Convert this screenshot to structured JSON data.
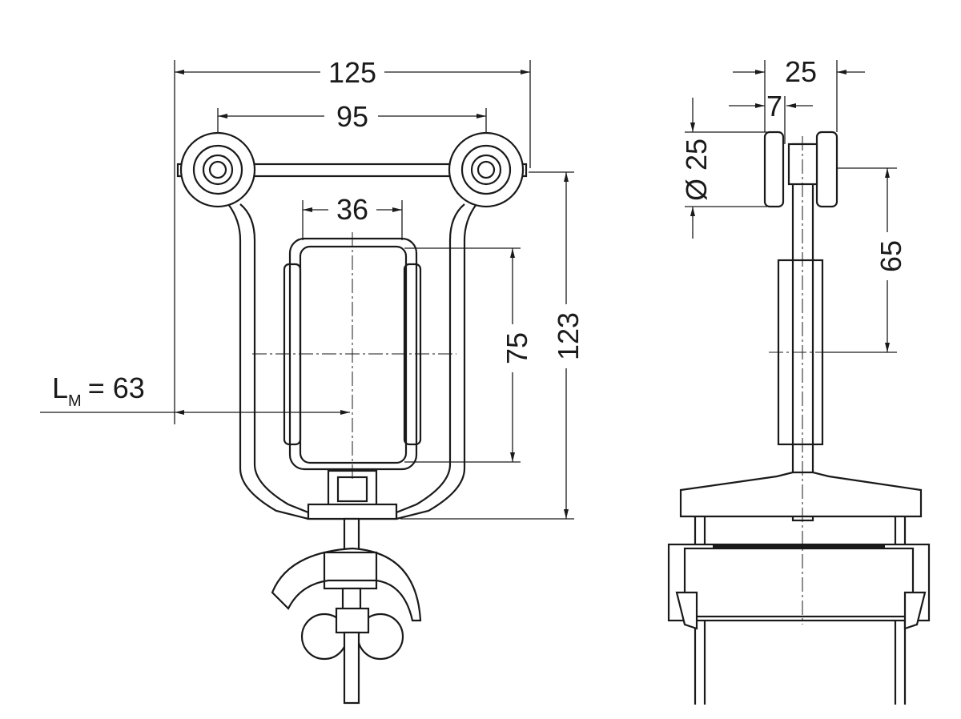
{
  "front_view": {
    "dim_overall_width": "125",
    "dim_wheel_spacing": "95",
    "dim_window_width": "36",
    "dim_window_height": "75",
    "dim_overall_height": "123",
    "lm_label": "L",
    "lm_subscript": "M",
    "lm_value": "= 63"
  },
  "side_view": {
    "dim_width": "25",
    "dim_offset": "7",
    "dim_wheel_diameter": "Ø 25",
    "dim_height": "65"
  }
}
